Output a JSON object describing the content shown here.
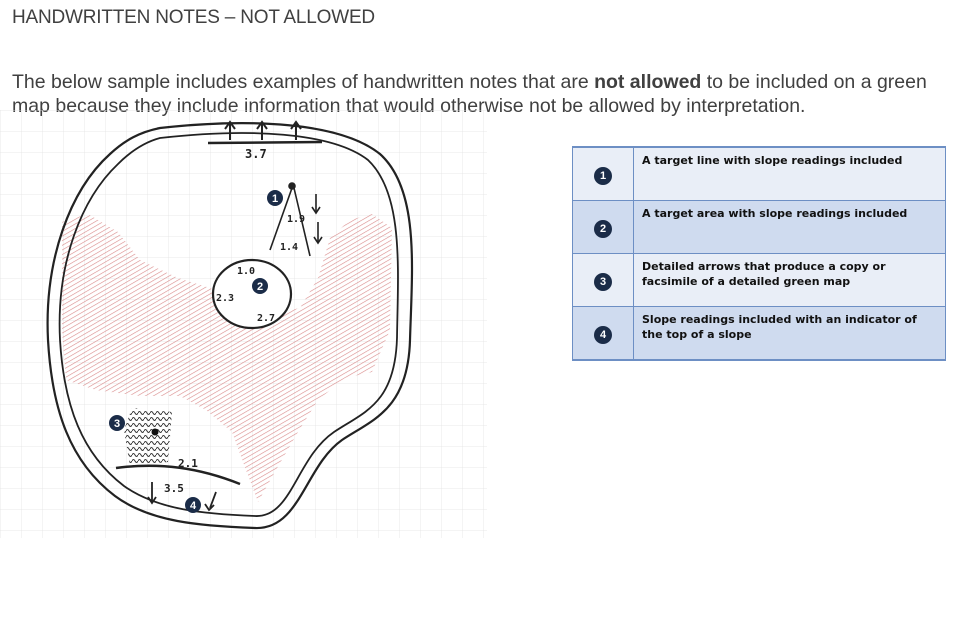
{
  "heading": "HANDWRITTEN NOTES – NOT ALLOWED",
  "intro": {
    "before": "The below sample includes examples of handwritten notes that are ",
    "emphasis": "not allowed",
    "after": " to be included on a green map because they include information that would otherwise not be allowed by interpretation."
  },
  "map": {
    "annotations": {
      "top_value": "3.7",
      "slope_upper": "1.9",
      "slope_lower": "1.4",
      "area_top": "1.0",
      "area_left": "2.3",
      "area_bottom": "2.7",
      "bottom_right": "2.1",
      "bottom_left": "3.5"
    },
    "markers": [
      "1",
      "2",
      "3",
      "4"
    ]
  },
  "legend": {
    "rows": [
      {
        "number": "1",
        "text": "A target line with slope readings included"
      },
      {
        "number": "2",
        "text": "A target area with slope readings included"
      },
      {
        "number": "3",
        "text": "Detailed arrows that produce a copy or facsimile of a detailed green map"
      },
      {
        "number": "4",
        "text": "Slope readings included with an indicator of the top of a slope"
      }
    ]
  },
  "colors": {
    "text": "#404040",
    "badge": "#1b2c48",
    "table_border": "#6d8fc4",
    "row_light": "#e9eef7",
    "row_dark": "#cfdbef",
    "hatch": "#d98a8a"
  }
}
